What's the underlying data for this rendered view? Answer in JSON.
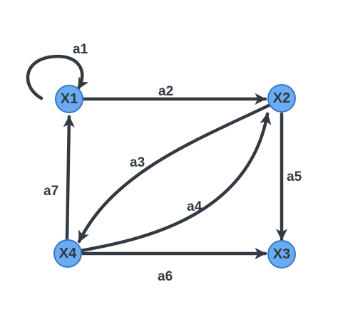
{
  "colors": {
    "node_fill": "#6aacf2",
    "node_stroke": "#3b78c4",
    "edge": "#333a42",
    "label": "#333a42",
    "background": "#ffffff"
  },
  "nodes": [
    {
      "id": "X1",
      "label": "X1"
    },
    {
      "id": "X2",
      "label": "X2"
    },
    {
      "id": "X3",
      "label": "X3"
    },
    {
      "id": "X4",
      "label": "X4"
    }
  ],
  "edges": [
    {
      "id": "a1",
      "label": "a1",
      "from": "X1",
      "to": "X1"
    },
    {
      "id": "a2",
      "label": "a2",
      "from": "X1",
      "to": "X2"
    },
    {
      "id": "a3",
      "label": "a3",
      "from": "X2",
      "to": "X4"
    },
    {
      "id": "a4",
      "label": "a4",
      "from": "X4",
      "to": "X2"
    },
    {
      "id": "a5",
      "label": "a5",
      "from": "X2",
      "to": "X3"
    },
    {
      "id": "a6",
      "label": "a6",
      "from": "X4",
      "to": "X3"
    },
    {
      "id": "a7",
      "label": "a7",
      "from": "X4",
      "to": "X1"
    }
  ]
}
